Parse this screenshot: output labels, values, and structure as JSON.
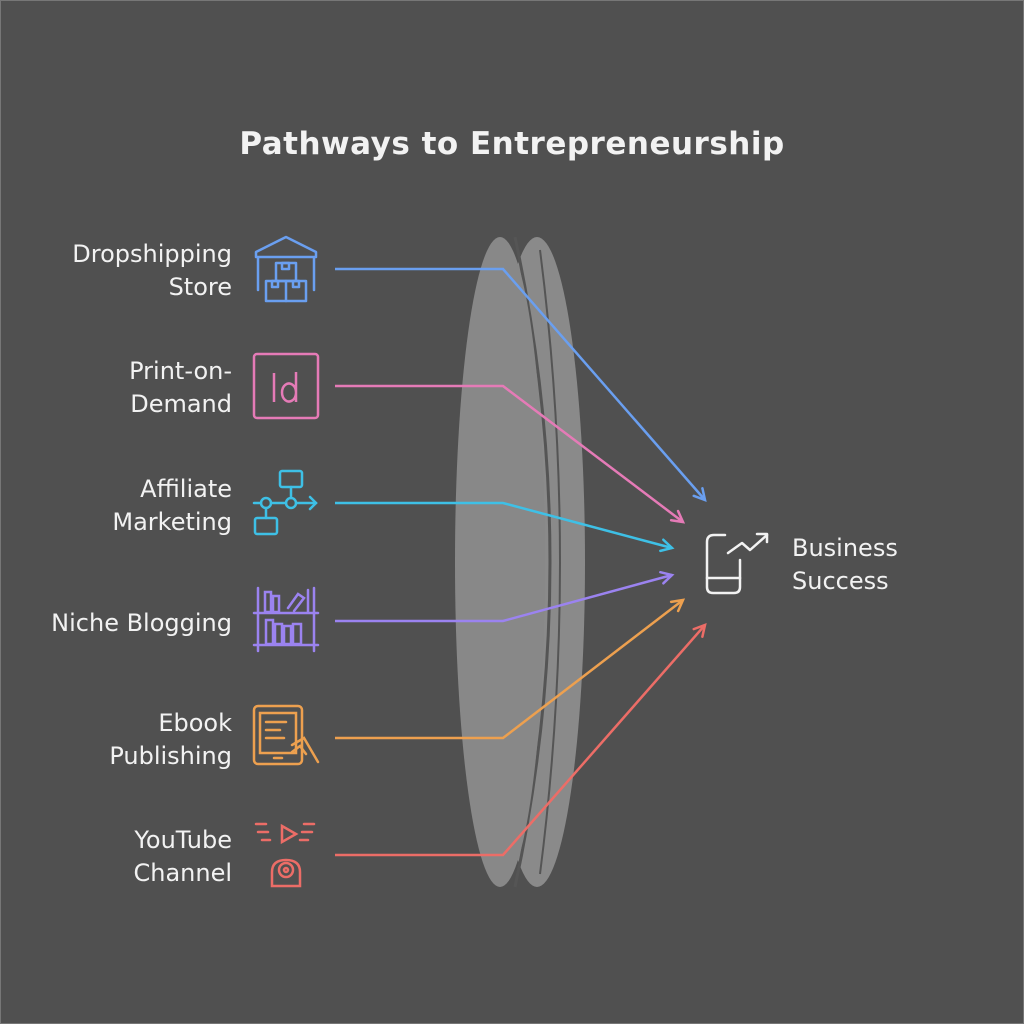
{
  "title": "Pathways to Entrepreneurship",
  "pathways": [
    {
      "line1": "Dropshipping",
      "line2": "Store",
      "icon": "warehouse-icon",
      "color": "#6a9ff0"
    },
    {
      "line1": "Print-on-",
      "line2": "Demand",
      "icon": "indesign-icon",
      "color": "#e57bb7"
    },
    {
      "line1": "Affiliate",
      "line2": "Marketing",
      "icon": "flowchart-icon",
      "color": "#3ec0e6"
    },
    {
      "line1": "Niche Blogging",
      "line2": "",
      "icon": "bookshelf-icon",
      "color": "#9b83f0"
    },
    {
      "line1": "Ebook",
      "line2": "Publishing",
      "icon": "ereader-icon",
      "color": "#eda04f"
    },
    {
      "line1": "YouTube",
      "line2": "Channel",
      "icon": "video-camera-icon",
      "color": "#ec6d67"
    }
  ],
  "result": {
    "line1": "Business",
    "line2": "Success",
    "icon": "growth-chart-icon"
  }
}
